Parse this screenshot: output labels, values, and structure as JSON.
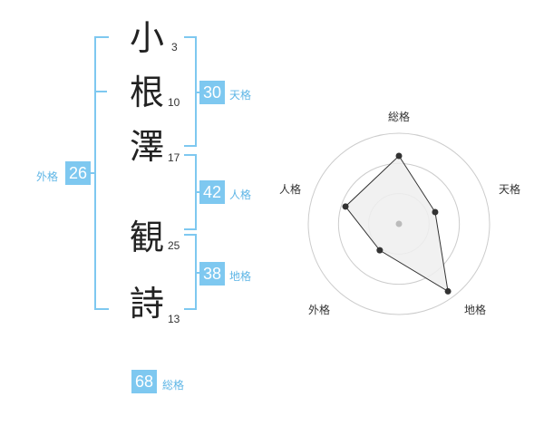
{
  "name_chars": [
    {
      "char": "小",
      "strokes": "3"
    },
    {
      "char": "根",
      "strokes": "10"
    },
    {
      "char": "澤",
      "strokes": "17"
    },
    {
      "char": "観",
      "strokes": "25"
    },
    {
      "char": "詩",
      "strokes": "13"
    }
  ],
  "scores": {
    "tenkaku": {
      "value": "30",
      "label": "天格"
    },
    "jinkaku": {
      "value": "42",
      "label": "人格"
    },
    "chikaku": {
      "value": "38",
      "label": "地格"
    },
    "gaikaku": {
      "value": "26",
      "label": "外格"
    },
    "soukaku": {
      "value": "68",
      "label": "総格"
    }
  },
  "colors": {
    "accent": "#7ec8f0",
    "label": "#5fb6e6",
    "radar_fill": "#eeeeee"
  },
  "chart_data": {
    "type": "radar",
    "axes": [
      "総格",
      "天格",
      "地格",
      "外格",
      "人格"
    ],
    "values": [
      0.75,
      0.42,
      0.92,
      0.36,
      0.62
    ],
    "max": 1,
    "rings": 3
  }
}
